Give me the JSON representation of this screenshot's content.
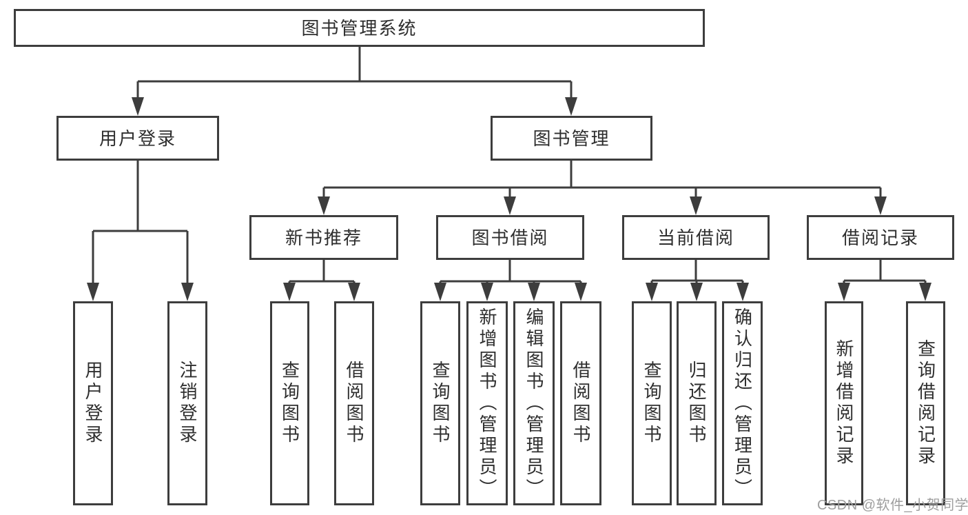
{
  "diagram": {
    "root": {
      "label": "图书管理系统"
    },
    "level2": [
      {
        "label": "用户登录"
      },
      {
        "label": "图书管理"
      }
    ],
    "level3": [
      {
        "label": "新书推荐"
      },
      {
        "label": "图书借阅"
      },
      {
        "label": "当前借阅"
      },
      {
        "label": "借阅记录"
      }
    ],
    "leaves": [
      {
        "label": "用户登录"
      },
      {
        "label": "注销登录"
      },
      {
        "label": "查询图书"
      },
      {
        "label": "借阅图书"
      },
      {
        "label": "查询图书"
      },
      {
        "label": "新增图书（管理员）"
      },
      {
        "label": "编辑图书（管理员）"
      },
      {
        "label": "借阅图书"
      },
      {
        "label": "查询图书"
      },
      {
        "label": "归还图书"
      },
      {
        "label": "确认归还（管理员）"
      },
      {
        "label": "新增借阅记录"
      },
      {
        "label": "查询借阅记录"
      }
    ]
  },
  "watermark": {
    "text": "CSDN @软件_小贺同学"
  },
  "colors": {
    "line": "#3d3d3d",
    "box_border": "#3d3d3d",
    "text": "#2e2e2e",
    "watermark": "#9e9e9e",
    "background": "#ffffff"
  }
}
